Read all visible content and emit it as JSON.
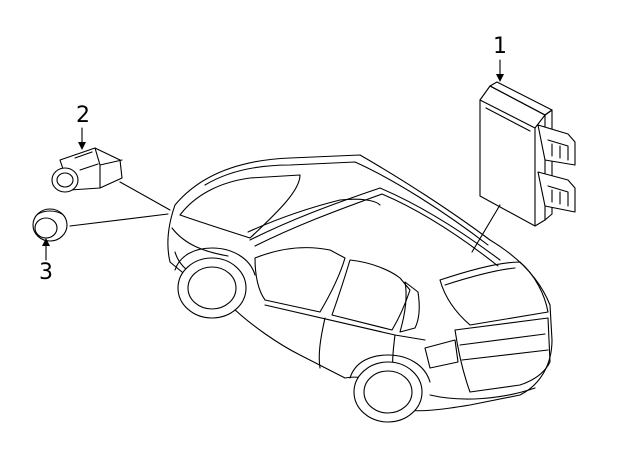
{
  "diagram": {
    "callouts": [
      {
        "number": "1",
        "part": "parking-assist-control-module"
      },
      {
        "number": "2",
        "part": "parking-sensor-bracket"
      },
      {
        "number": "3",
        "part": "parking-sensor"
      }
    ],
    "vehicle": "suv-rear-three-quarter-view"
  }
}
